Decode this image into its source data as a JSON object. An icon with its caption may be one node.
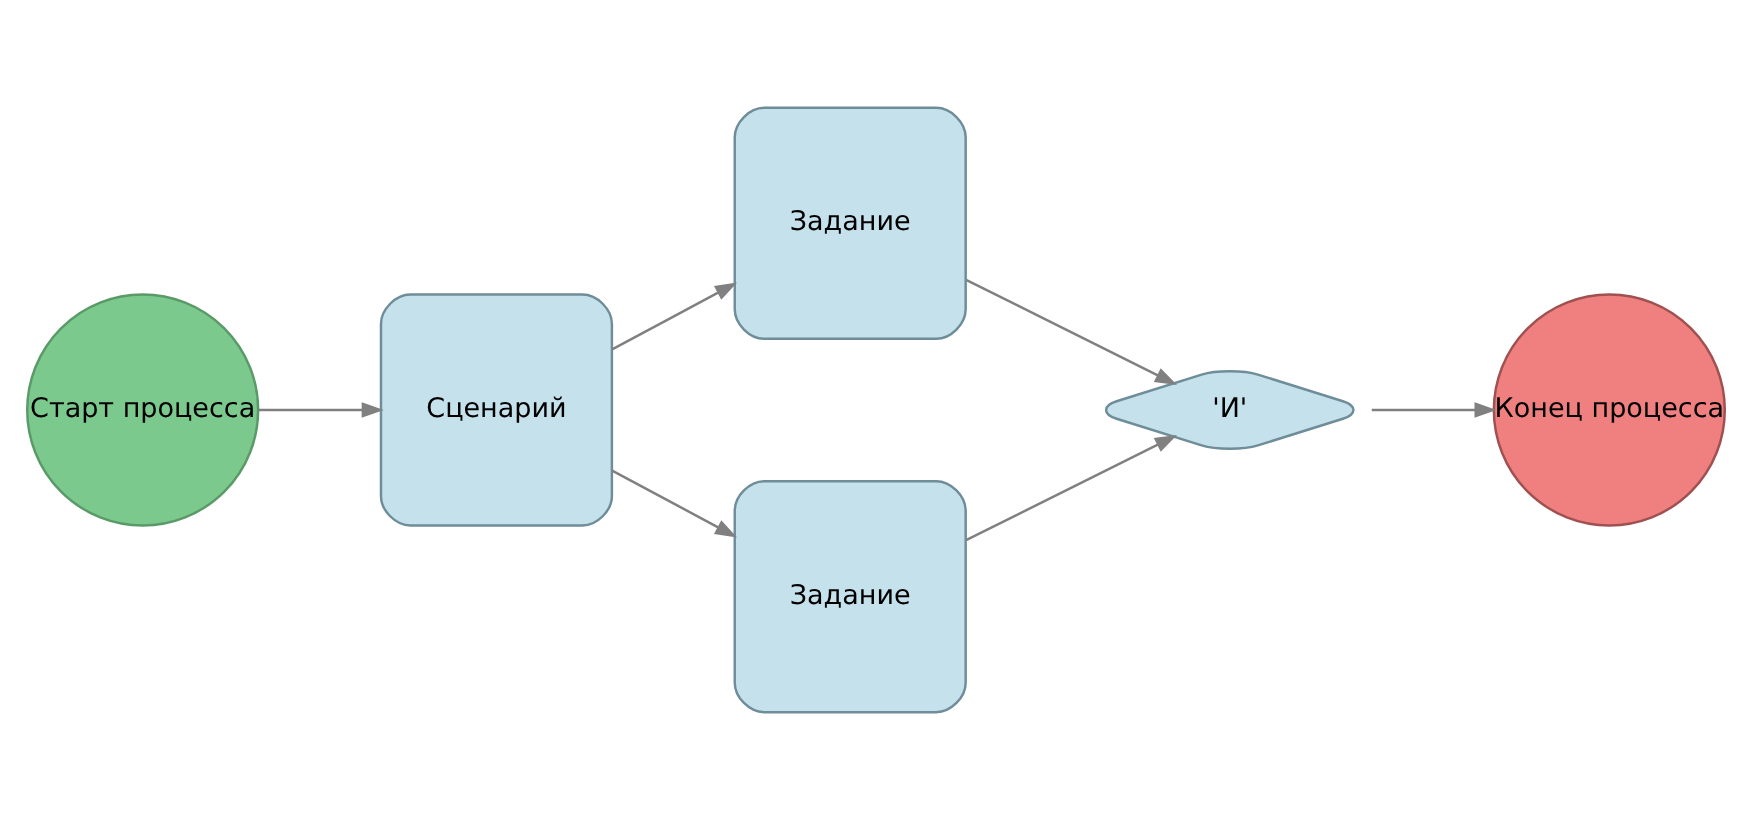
{
  "diagram": {
    "nodes": [
      {
        "text": [
          "Старт процесса"
        ]
      },
      {
        "text": [
          "Сценарий"
        ]
      },
      {
        "text": [
          "Задание"
        ]
      },
      {
        "text": [
          "Задание"
        ]
      },
      {
        "text": [
          "'И'"
        ]
      },
      {
        "text": [
          "Конец процесса"
        ]
      }
    ],
    "edges": [
      {
        "from": 0,
        "to": 1,
        "arrow": "to"
      },
      {
        "from": 1,
        "to": 2,
        "arrow": "to"
      },
      {
        "from": 1,
        "to": 3,
        "arrow": "to"
      },
      {
        "from": 2,
        "to": 4,
        "arrow": "to"
      },
      {
        "from": 3,
        "to": 4,
        "arrow": "to"
      },
      {
        "from": 4,
        "to": 5,
        "arrow": "to"
      }
    ]
  }
}
